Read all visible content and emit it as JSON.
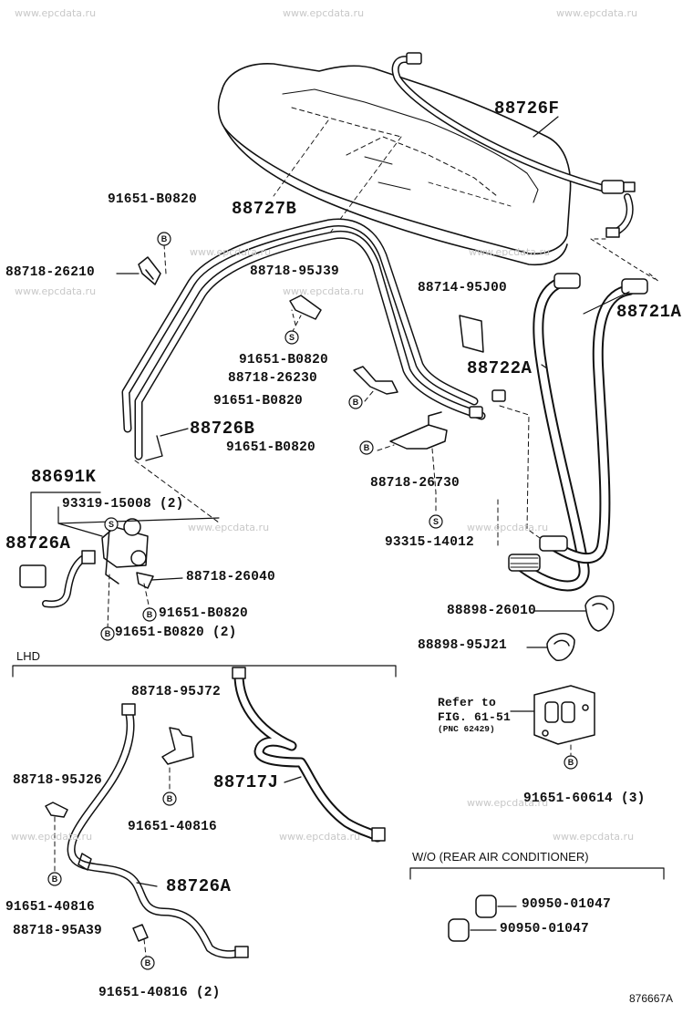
{
  "watermark": "www.epcdata.ru",
  "diagram_code": "876667A",
  "sections": {
    "lhd": "LHD",
    "wo_rear_ac": "W/O (REAR AIR CONDITIONER)"
  },
  "refer": {
    "line1": "Refer to",
    "line2": "FIG. 61-51",
    "line3": "(PNC 62429)"
  },
  "parts": {
    "p_88726F": "88726F",
    "p_88727B": "88727B",
    "p_91651B0820_a": "91651-B0820",
    "p_88718_26210": "88718-26210",
    "p_88718_95J39": "88718-95J39",
    "p_88714_95J00": "88714-95J00",
    "p_88721A": "88721A",
    "p_91651B0820_b": "91651-B0820",
    "p_88718_26230": "88718-26230",
    "p_88722A": "88722A",
    "p_91651B0820_c": "91651-B0820",
    "p_88726B": "88726B",
    "p_91651B0820_d": "91651-B0820",
    "p_88718_26730": "88718-26730",
    "p_88691K": "88691K",
    "p_93319": "93319-15008 (2)",
    "p_88726A_top": "88726A",
    "p_93315": "93315-14012",
    "p_88718_26040": "88718-26040",
    "p_91651B0820_e": "91651-B0820",
    "p_91651B0820_f": "91651-B0820 (2)",
    "p_88898_26010": "88898-26010",
    "p_88898_95J21": "88898-95J21",
    "p_88718_95J72": "88718-95J72",
    "p_88718_95J26": "88718-95J26",
    "p_88717J": "88717J",
    "p_91651_40816_a": "91651-40816",
    "p_91651_60614": "91651-60614 (3)",
    "p_88726A_bot": "88726A",
    "p_91651_40816_b": "91651-40816",
    "p_88718_95A39": "88718-95A39",
    "p_91651_40816_c": "91651-40816 (2)",
    "p_90950_a": "90950-01047",
    "p_90950_b": "90950-01047"
  },
  "symbols": {
    "bolt": "B",
    "screw": "S"
  }
}
